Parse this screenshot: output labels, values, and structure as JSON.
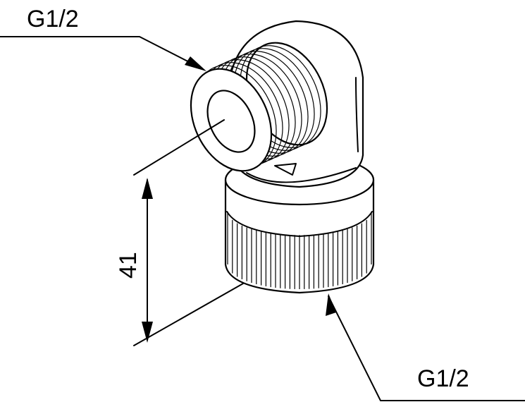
{
  "labels": {
    "top_thread": "G1/2",
    "bottom_thread": "G1/2",
    "height_dimension": "41"
  },
  "colors": {
    "ink": "#000000",
    "paper": "#ffffff"
  }
}
